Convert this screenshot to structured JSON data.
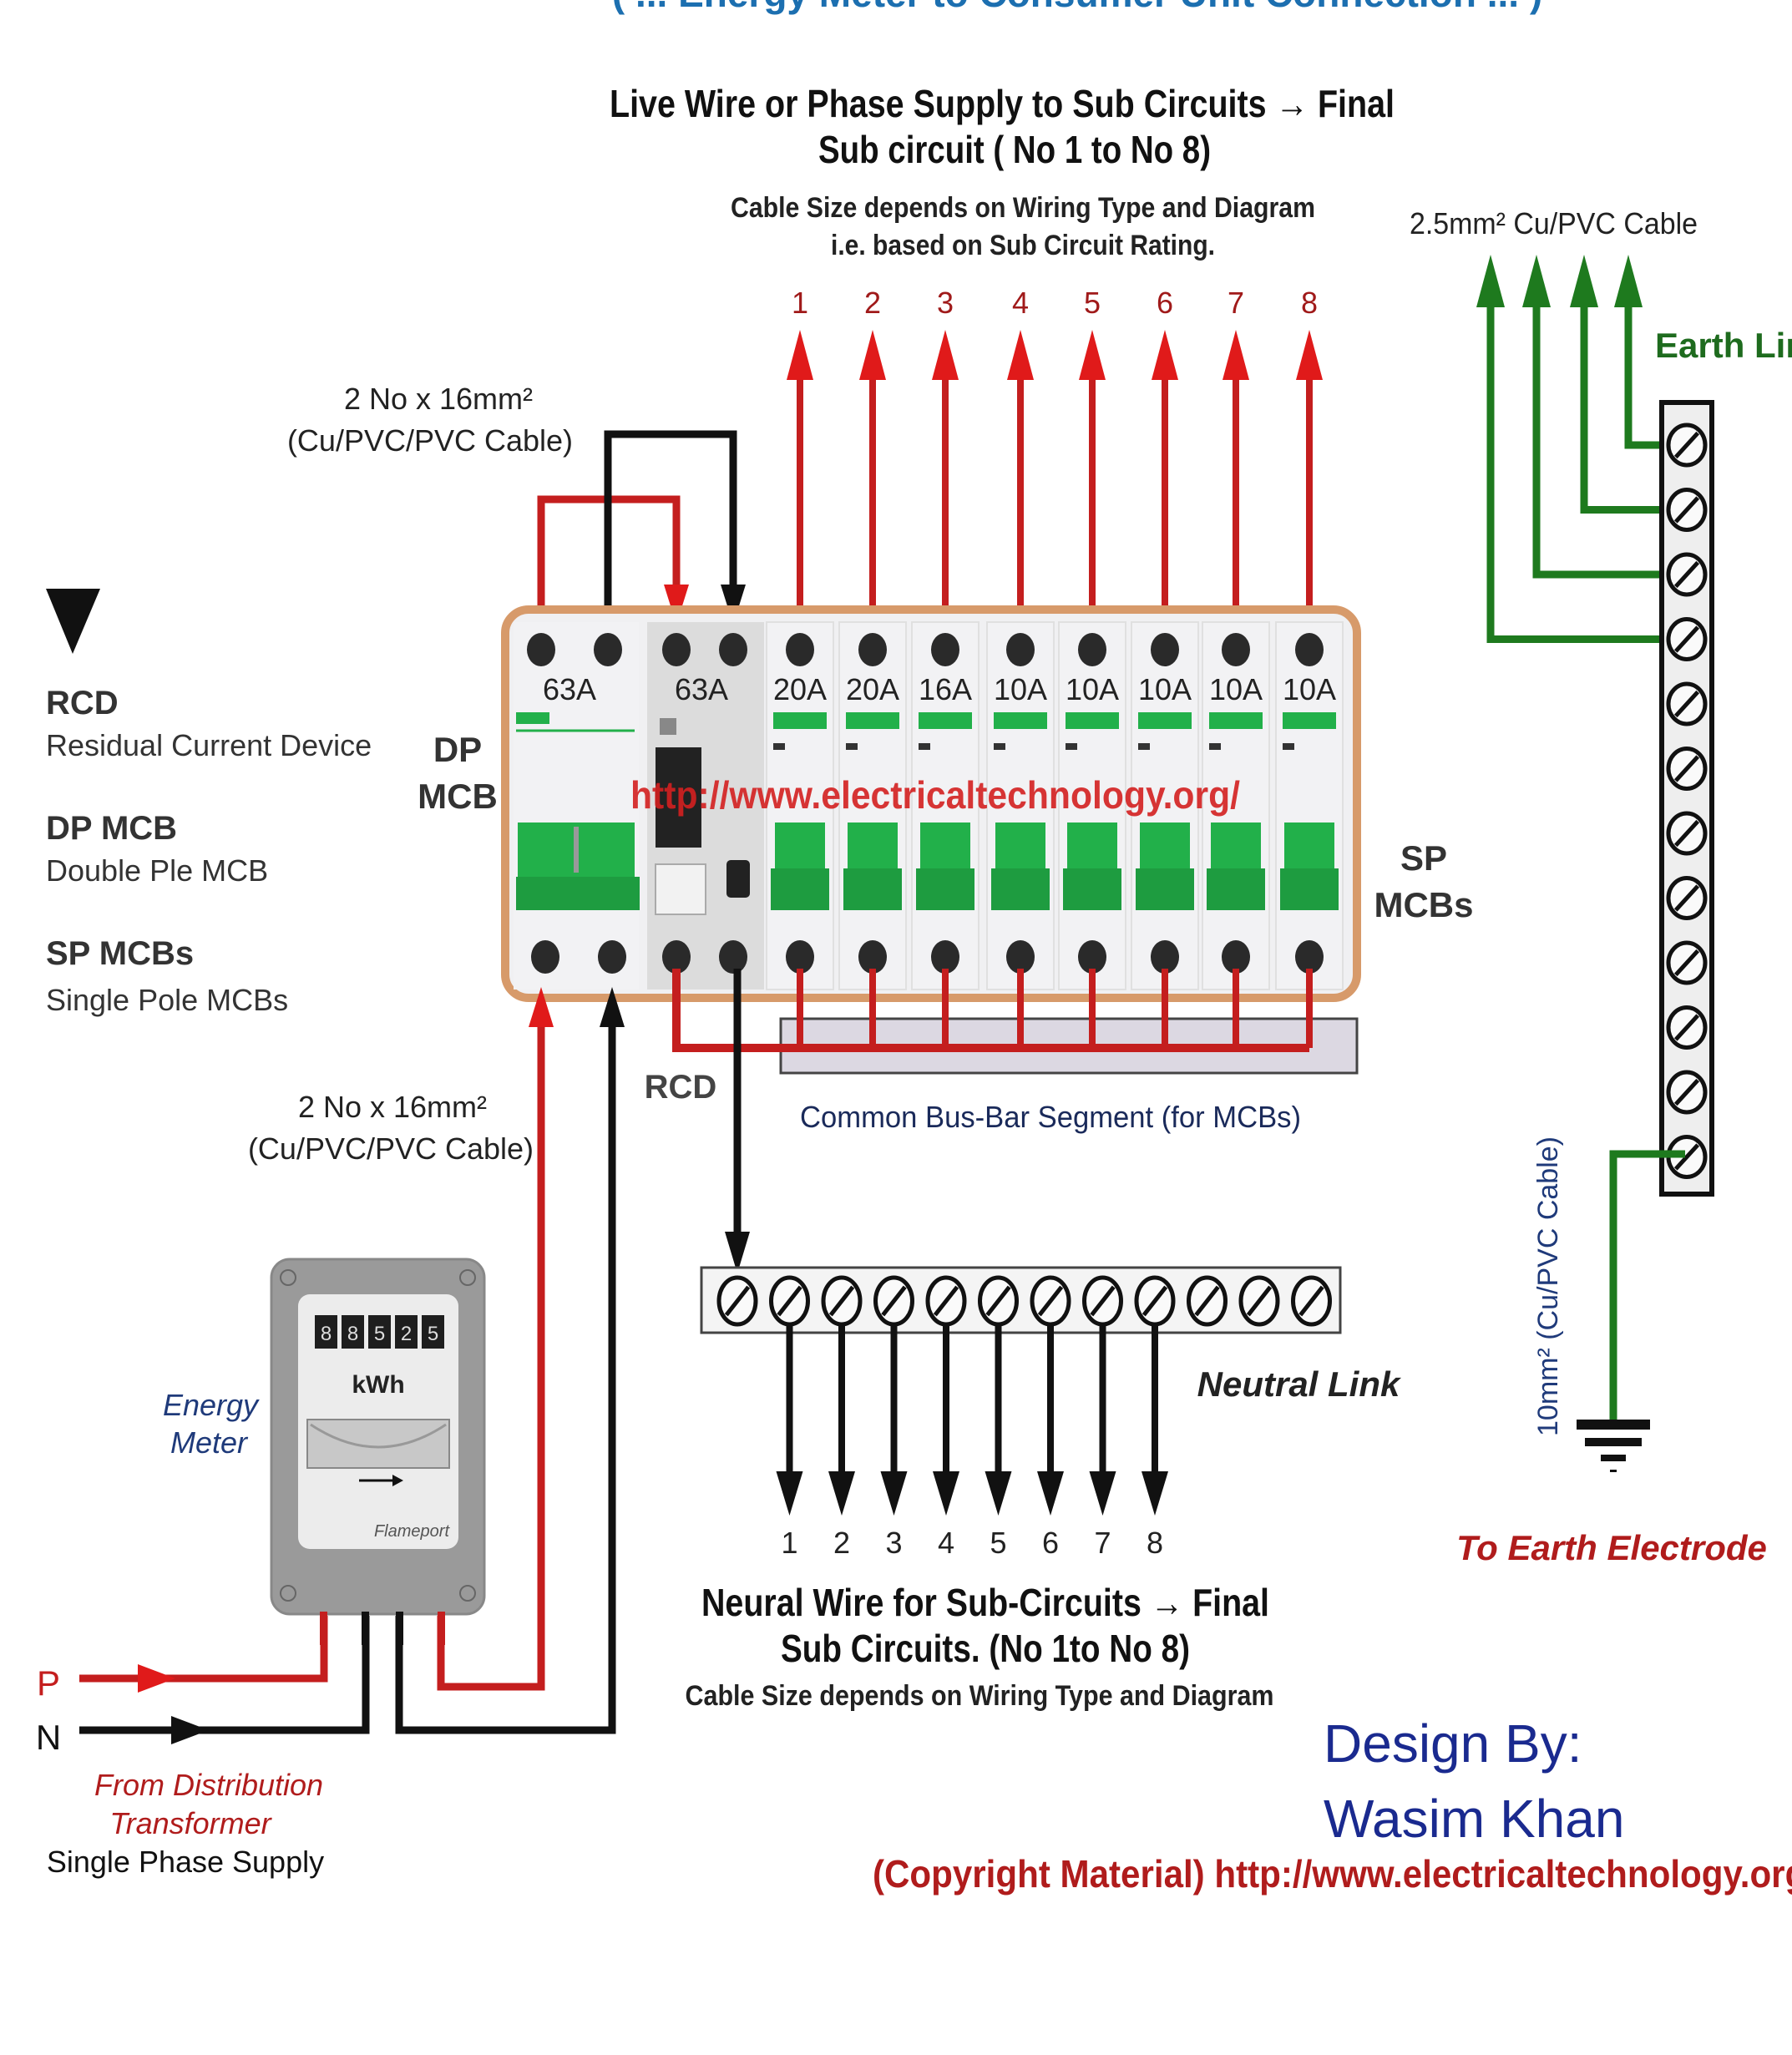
{
  "header": {
    "partial_title": "( ... Energy Meter to Consumer Unit Connection ... )"
  },
  "live_section": {
    "title_line1": "Live Wire or Phase Supply to Sub Circuits → Final",
    "title_line2": "Sub circuit ( No 1 to No 8)",
    "note_line1": "Cable Size depends on Wiring Type and Diagram",
    "note_line2": "i.e. based on Sub Circuit Rating.",
    "circuit_numbers": [
      "1",
      "2",
      "3",
      "4",
      "5",
      "6",
      "7",
      "8"
    ]
  },
  "earth_section": {
    "cable_label": "2.5mm² Cu/PVC  Cable",
    "earth_link_label": "Earth Link",
    "earth_cable_label": "10mm² (Cu/PVC Cable)",
    "electrode_label": "To Earth Electrode",
    "terminal_count": 12
  },
  "cable_top": {
    "line1": "2 No x 16mm²",
    "line2": "(Cu/PVC/PVC Cable)"
  },
  "cable_bottom": {
    "line1": "2 No x 16mm²",
    "line2": "(Cu/PVC/PVC Cable)"
  },
  "legend": {
    "items": [
      {
        "abbr": "RCD",
        "desc": "Residual Current Device"
      },
      {
        "abbr": "DP MCB",
        "desc": "Double Ple MCB"
      },
      {
        "abbr": "SP MCBs",
        "desc": "Single Pole MCBs"
      }
    ]
  },
  "consumer_unit": {
    "dp_mcb_label_line1": "DP",
    "dp_mcb_label_line2": "MCB",
    "sp_mcb_label_line1": "SP",
    "sp_mcb_label_line2": "MCBs",
    "rcd_label": "RCD",
    "watermark": "http://www.electricaltechnology.org/",
    "ratings": [
      "63A",
      "63A",
      "20A",
      "20A",
      "16A",
      "10A",
      "10A",
      "10A",
      "10A",
      "10A"
    ],
    "busbar_label": "Common Bus-Bar Segment (for MCBs)"
  },
  "neutral_section": {
    "link_label": "Neutral Link",
    "terminal_count": 12,
    "circuit_numbers": [
      "1",
      "2",
      "3",
      "4",
      "5",
      "6",
      "7",
      "8"
    ],
    "title_line1": "Neural Wire for Sub-Circuits → Final",
    "title_line2": "Sub Circuits. (No 1to No 8)",
    "note": "Cable Size depends on Wiring Type and Diagram"
  },
  "energy_meter": {
    "label_line1": "Energy",
    "label_line2": "Meter",
    "digits": [
      "8",
      "8",
      "5",
      "2",
      "5"
    ],
    "unit": "kWh",
    "brand": "Flameport"
  },
  "supply": {
    "phase_label": "P",
    "neutral_label": "N",
    "source_line1": "From Distribution",
    "source_line2": "Transformer",
    "type": "Single Phase Supply"
  },
  "credits": {
    "design_by": "Design By:",
    "author": "Wasim Khan",
    "copyright": "(Copyright Material) http://www.electricaltechnology.org/"
  },
  "colors": {
    "live": "#d42020",
    "neutral": "#000000",
    "earth": "#1e7a1e",
    "breaker_green": "#22b04a",
    "enclosure": "#d79a6a",
    "title_blue": "#1a2f8f",
    "label_blue": "#1f3a7a",
    "red_text": "#b01c1c"
  }
}
